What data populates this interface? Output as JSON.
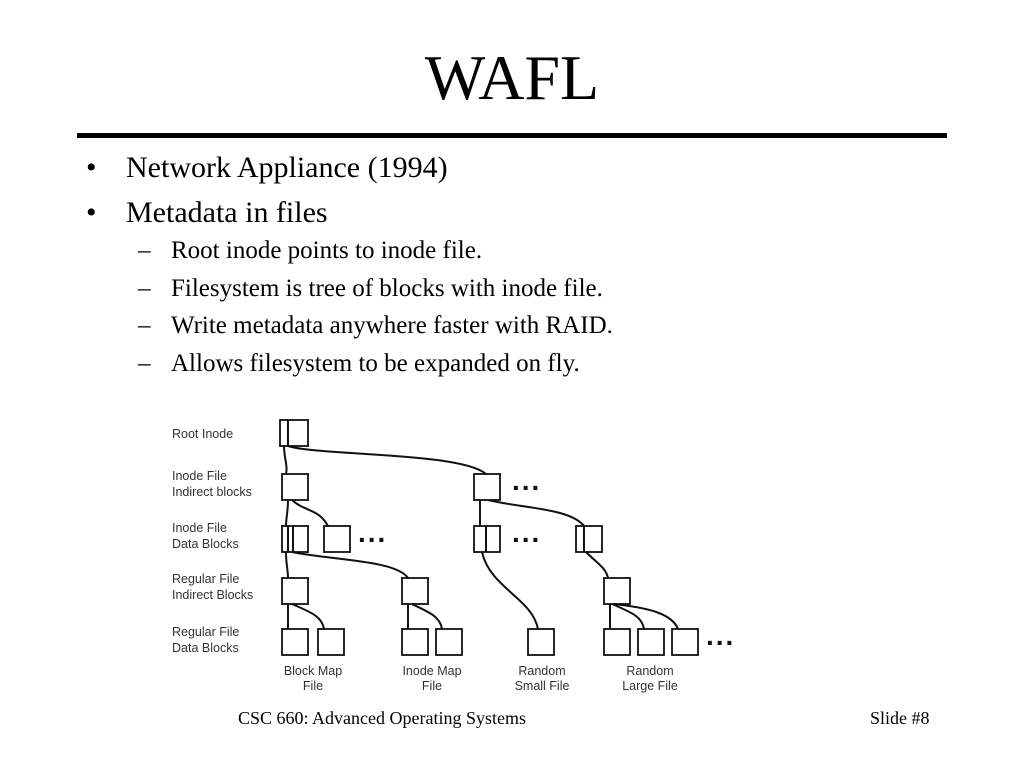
{
  "slide": {
    "title": "WAFL",
    "bullets": [
      "Network Appliance (1994)",
      "Metadata in files"
    ],
    "sub_bullets": [
      "Root inode points to inode file.",
      "Filesystem is tree of blocks with inode file.",
      "Write metadata anywhere faster with RAID.",
      "Allows filesystem to be expanded on fly."
    ],
    "bullet_marker": "•",
    "sub_marker": "–",
    "footer": {
      "course": "CSC 660: Advanced Operating Systems",
      "slide_number": "Slide #8"
    }
  },
  "diagram": {
    "row_labels": [
      [
        "Root Inode"
      ],
      [
        "Inode File",
        "Indirect blocks"
      ],
      [
        "Inode File",
        "Data Blocks"
      ],
      [
        "Regular File",
        "Indirect Blocks"
      ],
      [
        "Regular File",
        "Data Blocks"
      ]
    ],
    "column_labels": [
      [
        "Block Map",
        "File"
      ],
      [
        "Inode Map",
        "File"
      ],
      [
        "Random",
        "Small File"
      ],
      [
        "Random",
        "Large File"
      ]
    ],
    "ellipsis": "..."
  }
}
